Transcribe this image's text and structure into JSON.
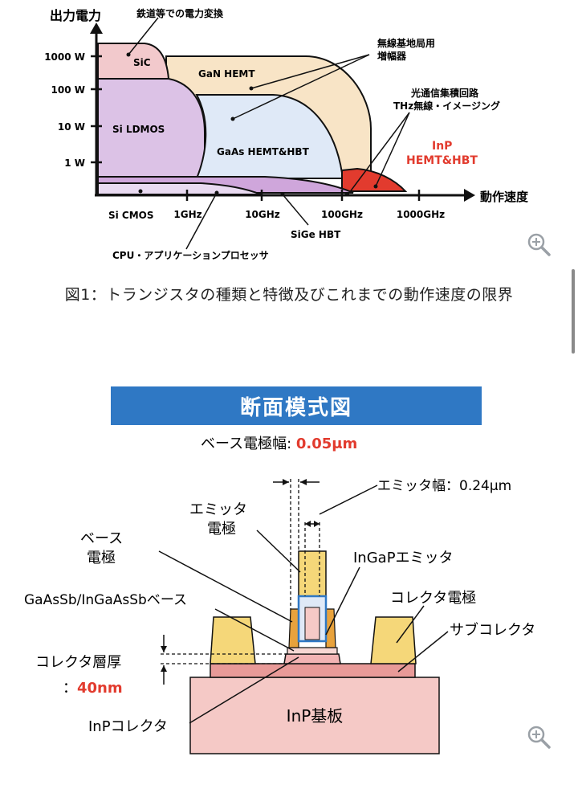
{
  "figure1": {
    "y_axis_title": "出力電力",
    "x_axis_title": "動作速度",
    "y_ticks": [
      "1000 W",
      "100 W",
      "10 W",
      "1 W"
    ],
    "x_ticks": [
      "1GHz",
      "10GHz",
      "100GHz",
      "1000GHz"
    ],
    "regions": {
      "sic": "SiC",
      "gan": "GaN HEMT",
      "si_ldmos": "Si LDMOS",
      "gaas": "GaAs HEMT&HBT",
      "inp_line1": "InP",
      "inp_line2": "HEMT&HBT",
      "si_cmos": "Si CMOS",
      "sige": "SiGe HBT"
    },
    "annotations": {
      "rail": "鉄道等での電力変換",
      "base_station_1": "無線基地局用",
      "base_station_2": "増幅器",
      "optical_1": "光通信集積回路",
      "optical_2": "THz無線・イメージング",
      "cpu": "CPU・アプリケーションプロセッサ"
    },
    "colors": {
      "sic": "#f2c9cc",
      "gan": "#f8e4c6",
      "si_ldmos": "#dcc2e6",
      "gaas": "#dfe9f7",
      "inp": "#e23b2e",
      "sige": "#cfa6db",
      "si_cmos": "#e9daf1",
      "accent_red": "#e23b2e"
    }
  },
  "caption": "図1：トランジスタの種類と特徴及びこれまでの動作速度の限界",
  "figure2": {
    "banner": "断面模式図",
    "base_width_label": "ベース電極幅: ",
    "base_width_value": "0.05μm",
    "emitter_width": "エミッタ幅：0.24μm",
    "emitter_electrode_1": "エミッタ",
    "emitter_electrode_2": "電極",
    "base_electrode_1": "ベース",
    "base_electrode_2": "電極",
    "ingap_emitter": "InGaPエミッタ",
    "gaassb_base": "GaAsSb/InGaAsSbベース",
    "collector_electrode": "コレクタ電極",
    "subcollector": "サブコレクタ",
    "collector_thickness": "コレクタ層厚",
    "collector_thickness_prefix": "：",
    "collector_thickness_value": "40nm",
    "inp_collector": "InPコレクタ",
    "substrate": "InP基板",
    "colors": {
      "banner": "#2f78c4",
      "substrate": "#f5c9c6",
      "subcollector": "#e89a98",
      "electrode": "#f5d779",
      "accent_red": "#e23b2e"
    }
  }
}
